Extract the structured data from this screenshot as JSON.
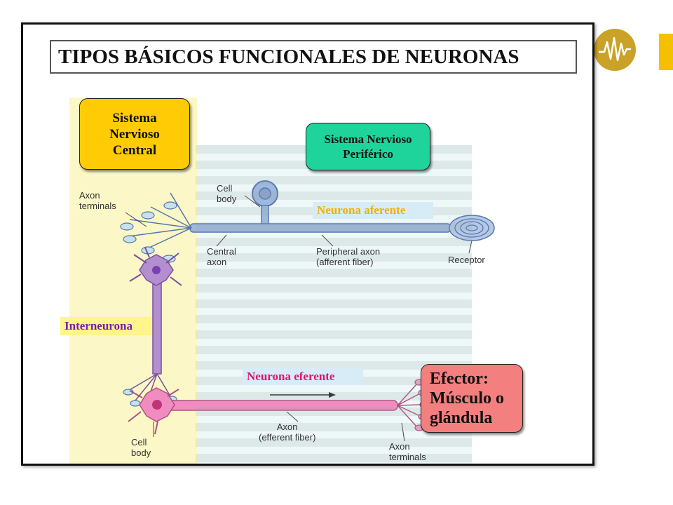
{
  "slide": {
    "title": "TIPOS BÁSICOS FUNCIONALES DE NEURONAS"
  },
  "boxes": {
    "snc": [
      "Sistema",
      "Nervioso",
      "Central"
    ],
    "snp": [
      "Sistema Nervioso",
      "Periférico"
    ],
    "efector": [
      "Efector:",
      "Músculo o",
      "glándula"
    ]
  },
  "highlights": {
    "aferente": "Neurona aferente",
    "interneurona": "Interneurona",
    "eferente": "Neurona eferente"
  },
  "labels": {
    "axon_terminals_top": [
      "Axon",
      "terminals"
    ],
    "cell_body_top": [
      "Cell",
      "body"
    ],
    "central_axon": [
      "Central",
      "axon"
    ],
    "peripheral_axon": [
      "Peripheral axon",
      "(afferent fiber)"
    ],
    "receptor": "Receptor",
    "axon_efferent": [
      "Axon",
      "(efferent fiber)"
    ],
    "cell_body_bottom": [
      "Cell",
      "body"
    ],
    "axon_terminals_bottom": [
      "Axon",
      "terminals"
    ]
  },
  "colors": {
    "snc": "#ffcb05",
    "snp": "#1fd49a",
    "efector": "#f47f7f",
    "afferent_neuron": "#9fb8df",
    "interneuron": "#b48fd0",
    "efferent_neuron": "#f08cc0",
    "logo": "#c9a227"
  },
  "icons": {
    "logo": "waveform-circle-logo",
    "corner": "abstract-squares-decoration",
    "accent": "yellow-accent-bar"
  }
}
